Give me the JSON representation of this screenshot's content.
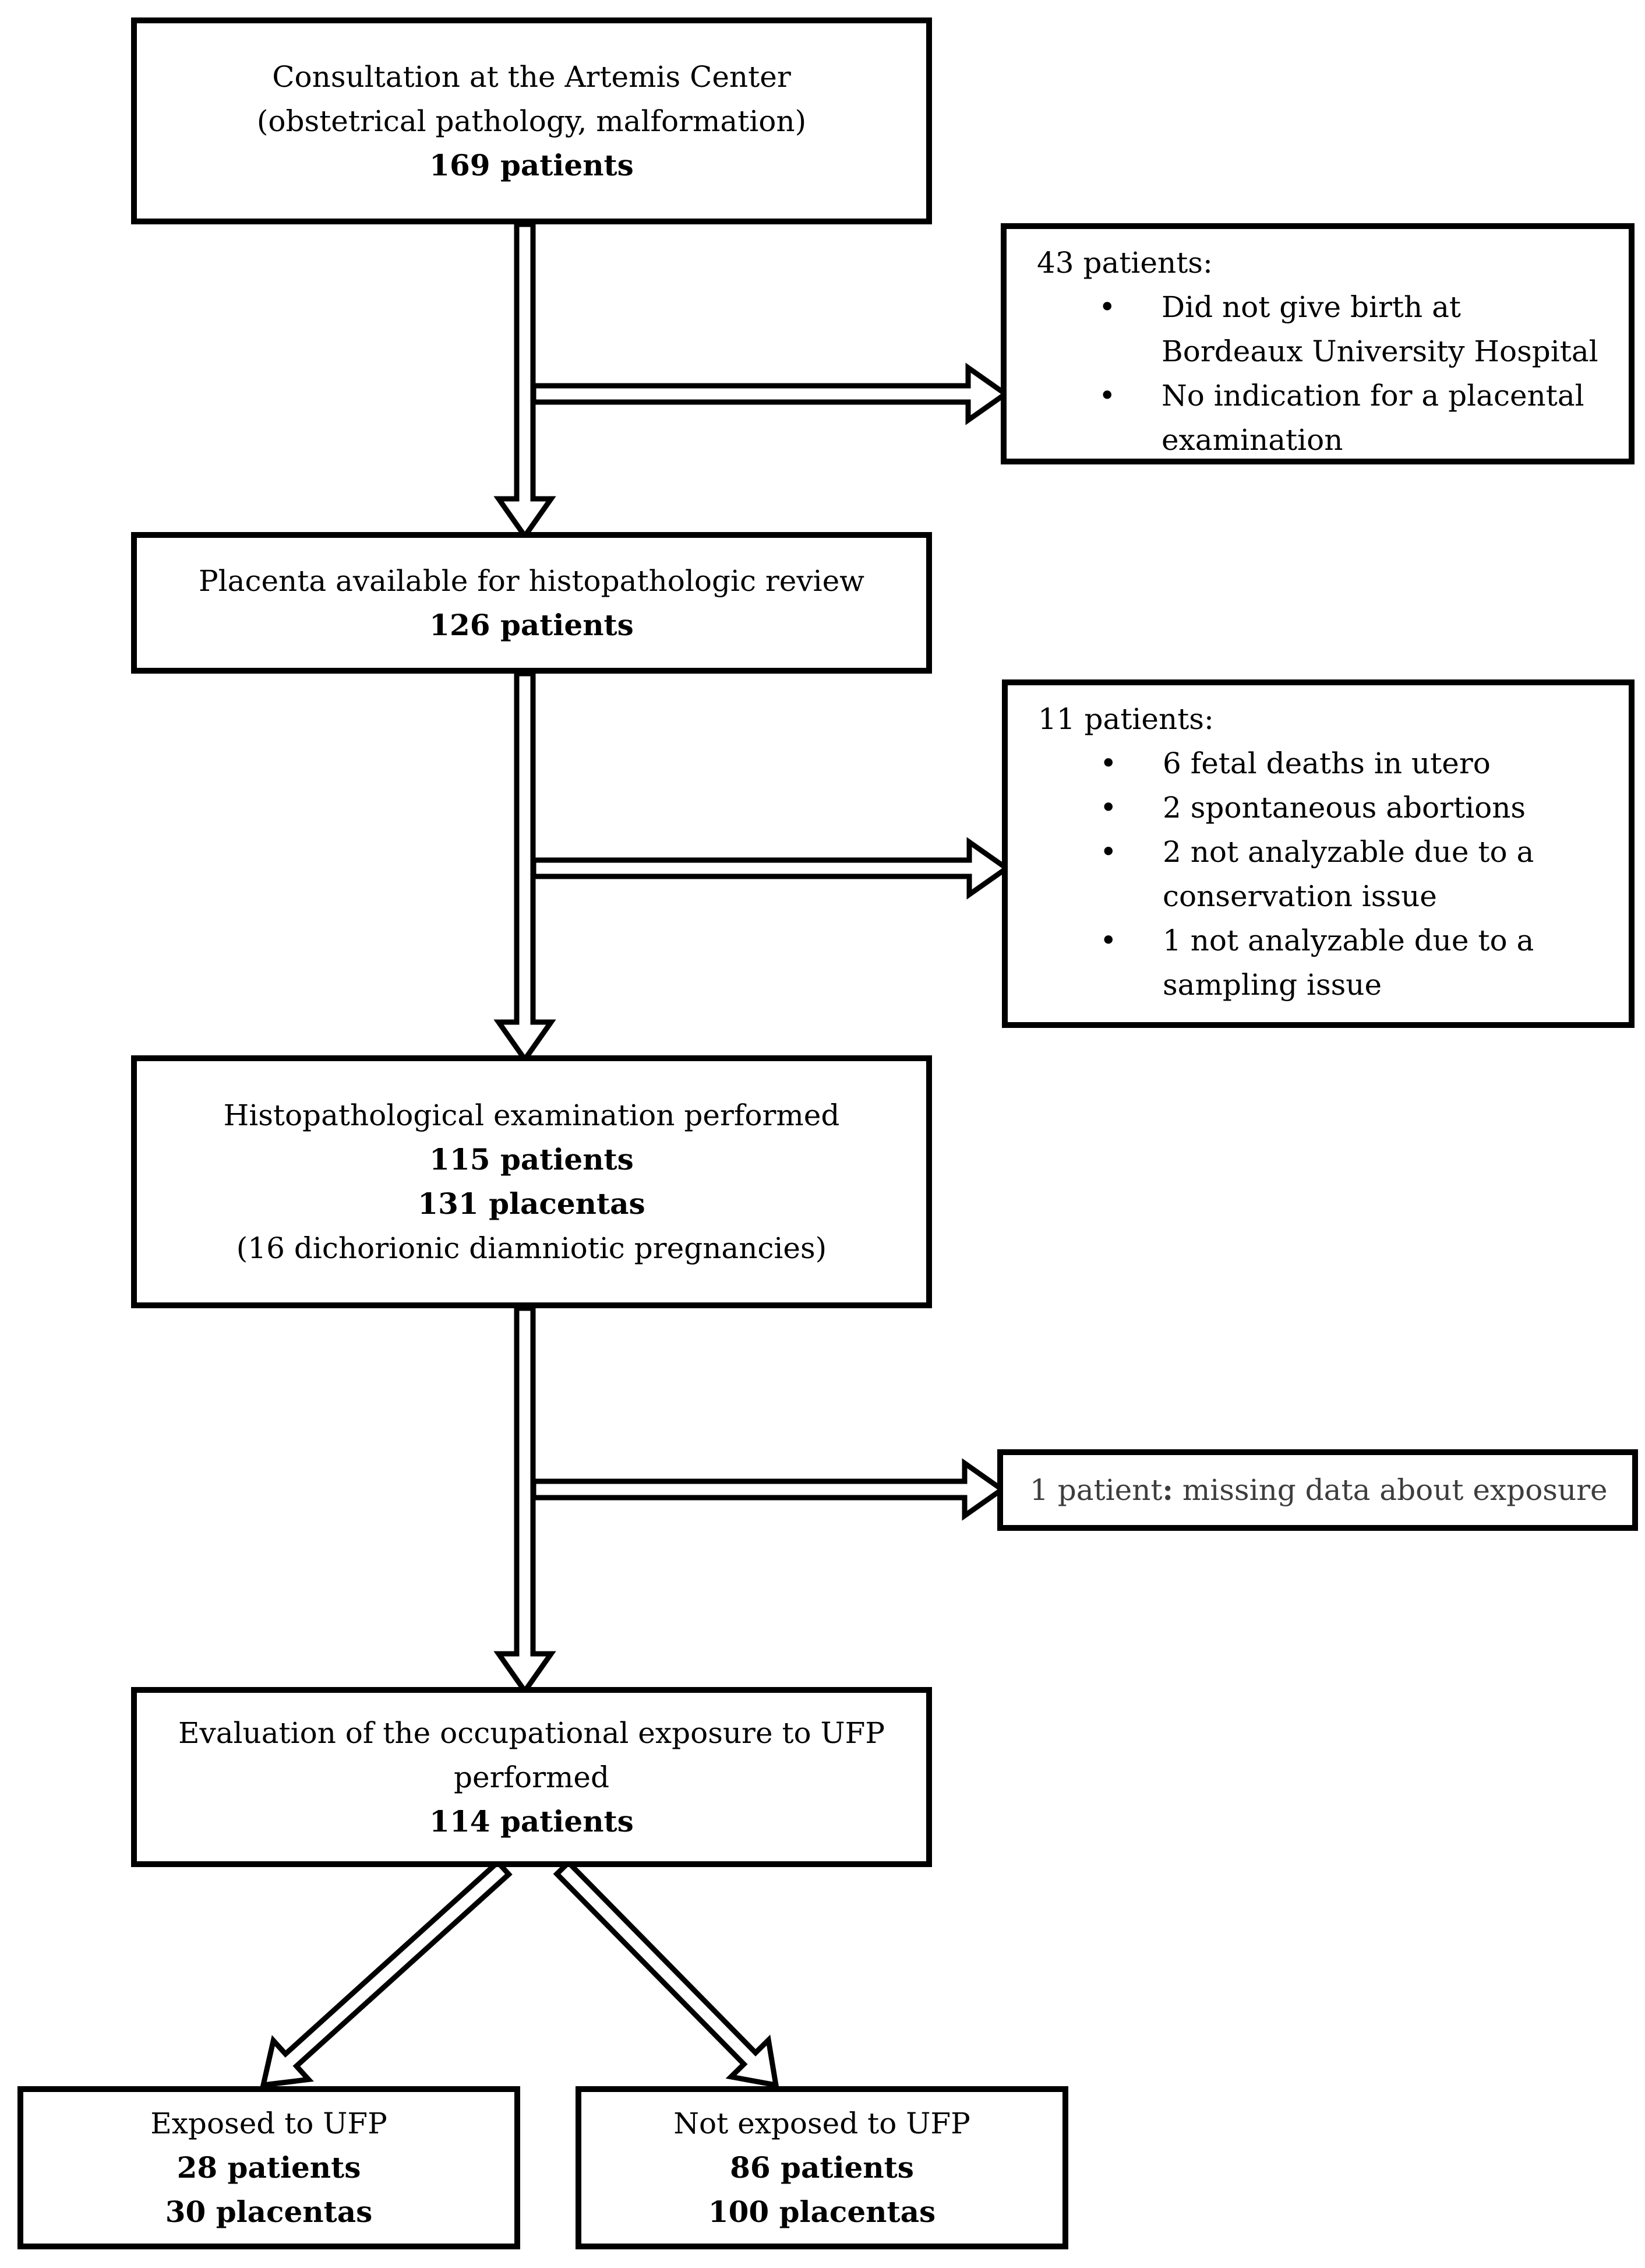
{
  "figure": {
    "background_color": "#ffffff",
    "line_color": "#000000",
    "muted_text_color": "#3d3d3d"
  },
  "boxes": {
    "consultation": {
      "lines": [
        {
          "text": "Consultation at the Artemis Center",
          "bold": false
        },
        {
          "text": "(obstetrical pathology, malformation)",
          "bold": false
        },
        {
          "text": "169 patients",
          "bold": true
        }
      ]
    },
    "placenta_review": {
      "lines": [
        {
          "text": "Placenta available for histopathologic review",
          "bold": false
        },
        {
          "text": "126 patients",
          "bold": true
        }
      ]
    },
    "histopathological_exam": {
      "lines": [
        {
          "text": "Histopathological examination performed",
          "bold": false
        },
        {
          "text": "115 patients",
          "bold": true
        },
        {
          "text": "131 placentas",
          "bold": true
        },
        {
          "text": "(16 dichorionic diamniotic pregnancies)",
          "bold": false
        }
      ]
    },
    "evaluation_exposure": {
      "lines": [
        {
          "text": "Evaluation of the occupational exposure to UFP",
          "bold": false
        },
        {
          "text": "performed",
          "bold": false
        },
        {
          "text": "114 patients",
          "bold": true
        }
      ]
    },
    "exposed": {
      "lines": [
        {
          "text": "Exposed to UFP",
          "bold": false
        },
        {
          "text": "28 patients",
          "bold": true
        },
        {
          "text": "30 placentas",
          "bold": true
        }
      ]
    },
    "not_exposed": {
      "lines": [
        {
          "text": "Not exposed to UFP",
          "bold": false
        },
        {
          "text": "86 patients",
          "bold": true
        },
        {
          "text": "100 placentas",
          "bold": true
        }
      ]
    },
    "excluded_43": {
      "heading": "43 patients:",
      "bullet_glyph": "•",
      "bullets": [
        "Did not give birth at Bordeaux University Hospital",
        "No indication for a placental examination"
      ]
    },
    "excluded_11": {
      "heading": "11 patients:",
      "bullet_glyph": "•",
      "bullets": [
        "6 fetal deaths in utero",
        "2 spontaneous abortions",
        "2 not analyzable due to a conservation issue",
        "1 not analyzable due to a sampling issue"
      ]
    },
    "excluded_1": {
      "segments": [
        {
          "text": "1 patient",
          "bold": false
        },
        {
          "text": ":",
          "bold": true
        },
        {
          "text": " missing data about exposure",
          "bold": false
        }
      ]
    }
  }
}
